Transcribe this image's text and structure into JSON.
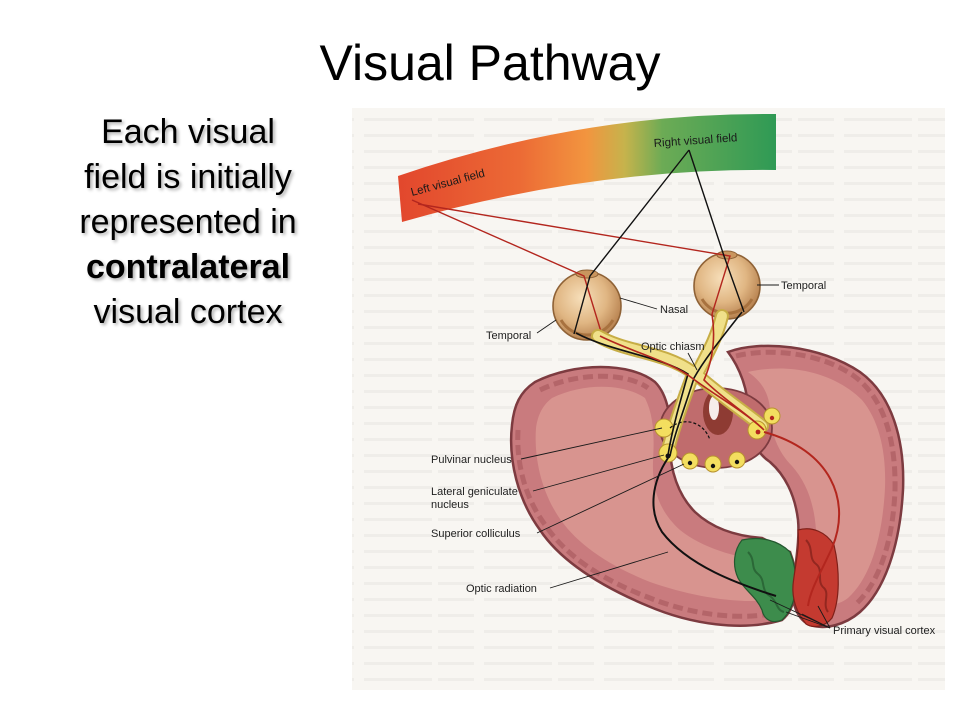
{
  "slide": {
    "title": "Visual Pathway",
    "body_lines": [
      "Each visual",
      "field is initially",
      "represented in",
      "contralateral",
      "visual cortex"
    ]
  },
  "diagram": {
    "labels": {
      "left_visual_field": "Left visual field",
      "right_visual_field": "Right visual field",
      "temporal_right": "Temporal",
      "nasal": "Nasal",
      "temporal_left": "Temporal",
      "optic_chiasm": "Optic chiasm",
      "pulvinar_nucleus": "Pulvinar nucleus",
      "lateral_geniculate_line1": "Lateral geniculate",
      "lateral_geniculate_line2": "nucleus",
      "superior_colliculus": "Superior colliculus",
      "optic_radiation": "Optic radiation",
      "primary_visual_cortex": "Primary visual cortex"
    },
    "colors": {
      "left_visual_field": "#e2472d",
      "right_visual_field": "#2f9a55",
      "left_field_pathway": "#b3261e",
      "right_field_pathway": "#111111",
      "brain_tissue": "#c97b7e",
      "optic_nerve": "#f0e08a",
      "nuclei": "#f3de5f",
      "left_primary_visual_cortex": "#3d8c4c",
      "right_primary_visual_cortex": "#c43a30"
    }
  }
}
